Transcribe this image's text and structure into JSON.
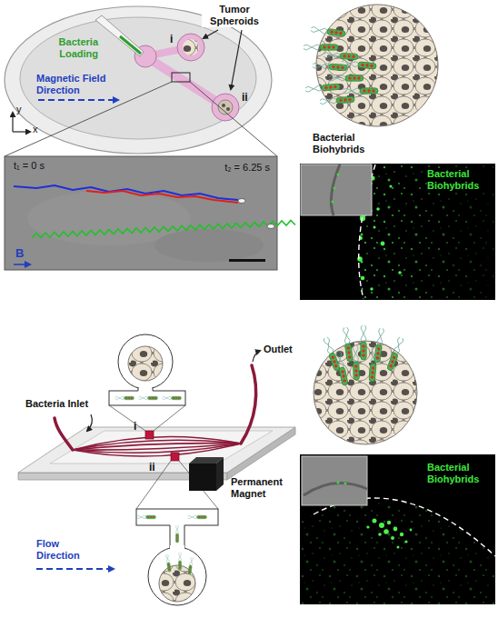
{
  "diagram": {
    "nodes": [
      {
        "text": [
          "t₁ = 0 s",
          "t₂ = 6.25 s",
          "B"
        ]
      },
      {
        "text": [
          "Bacterial Biohybrids"
        ]
      },
      {
        "text": [
          "Bacterial Biohybrids"
        ]
      }
    ],
    "labels": [
      "Tumor Spheroids",
      "i",
      "ii",
      "Bacteria Loading",
      "Magnetic Field Direction",
      "y",
      "x",
      "Bacterial Biohybrids",
      "Bacteria Inlet",
      "Outlet",
      "i",
      "ii",
      "Permanent Magnet",
      "Flow Direction"
    ]
  }
}
